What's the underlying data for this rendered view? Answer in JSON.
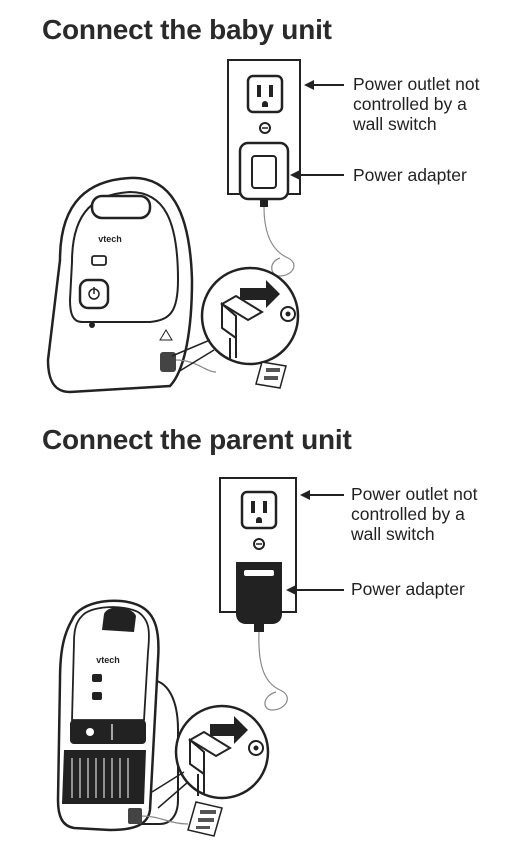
{
  "sections": [
    {
      "heading": "Connect the baby unit",
      "outlet_label": [
        "Power outlet not",
        "controlled by a",
        "wall switch"
      ],
      "adapter_label": "Power adapter",
      "device_logo": "vtech"
    },
    {
      "heading": "Connect the parent unit",
      "outlet_label": [
        "Power outlet not",
        "controlled by a",
        "wall switch"
      ],
      "adapter_label": "Power adapter",
      "device_logo": "vtech"
    }
  ]
}
